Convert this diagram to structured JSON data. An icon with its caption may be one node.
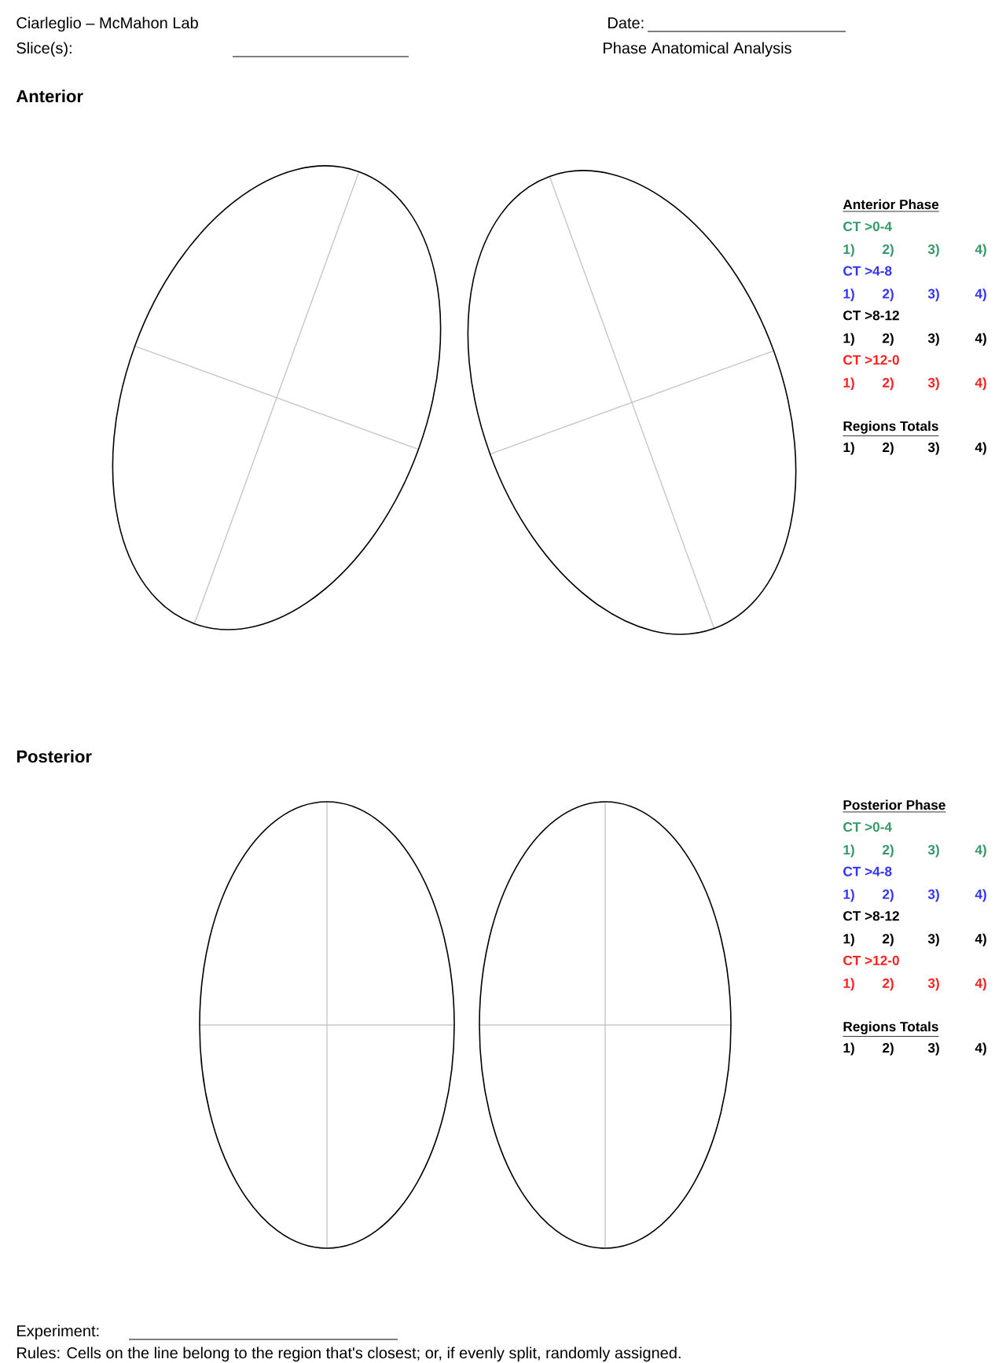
{
  "diagram": {
    "labels": [
      "Ciarleglio – McMahon Lab",
      "Date:",
      "Slice(s):",
      "Phase Anatomical Analysis",
      "Anterior",
      "Anterior Phase",
      "CT >0-4",
      "1)",
      "2)",
      "3)",
      "4)",
      "CT >4-8",
      "1)",
      "2)",
      "3)",
      "4)",
      "CT >8-12",
      "1)",
      "2)",
      "3)",
      "4)",
      "CT >12-0",
      "1)",
      "2)",
      "3)",
      "4)",
      "Regions Totals",
      "1)",
      "2)",
      "3)",
      "4)",
      "Posterior",
      "Posterior Phase",
      "CT >0-4",
      "1)",
      "2)",
      "3)",
      "4)",
      "CT >4-8",
      "1)",
      "2)",
      "3)",
      "4)",
      "CT >8-12",
      "1)",
      "2)",
      "3)",
      "4)",
      "CT >12-0",
      "1)",
      "2)",
      "3)",
      "4)",
      "Regions Totals",
      "1)",
      "2)",
      "3)",
      "4)",
      "Experiment:",
      "Rules: Cells on the line belong to the region that's closest; or, if evenly split, randomly assigned."
    ]
  }
}
